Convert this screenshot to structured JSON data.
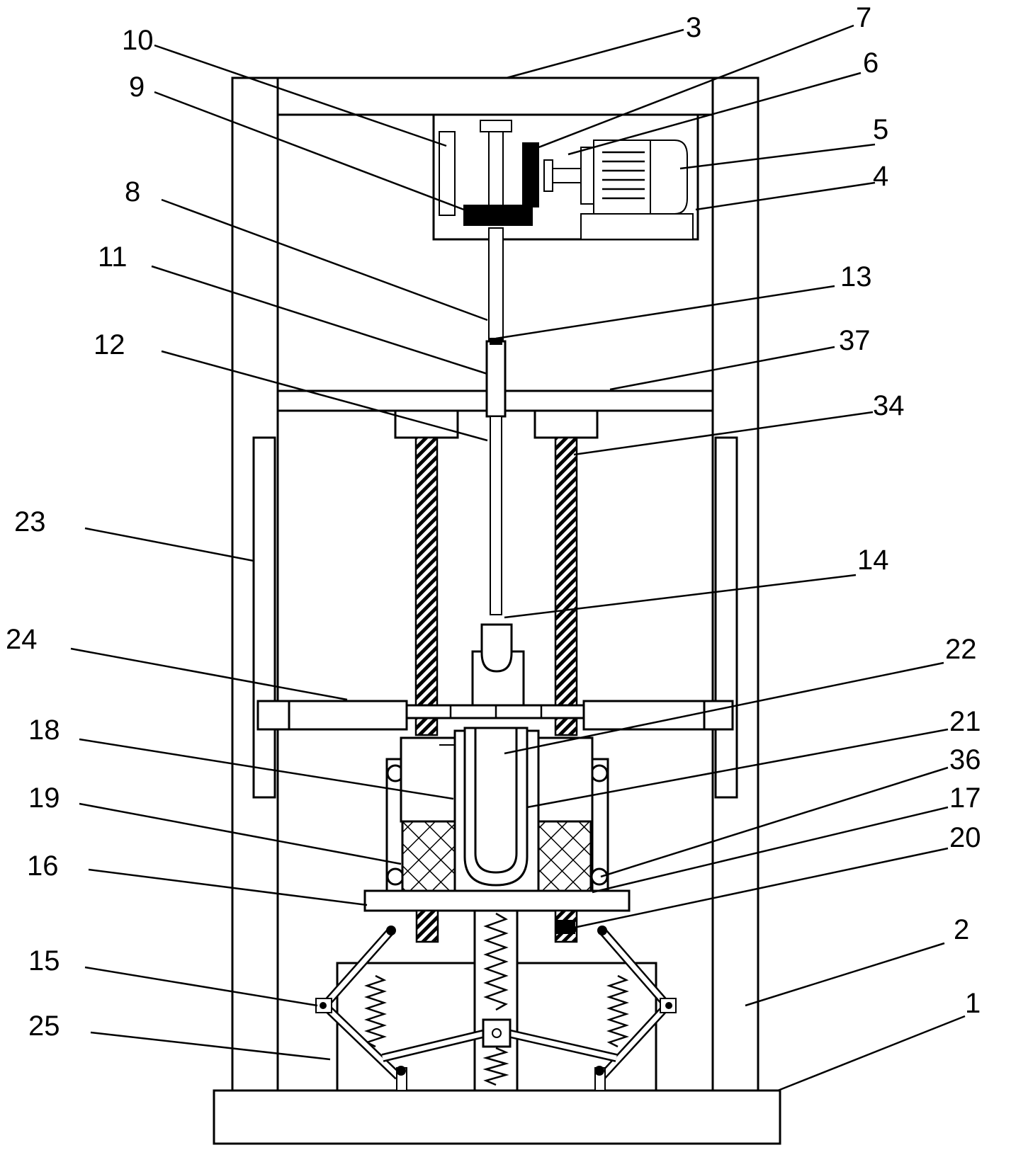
{
  "labels": {
    "l1": "1",
    "l2": "2",
    "l3": "3",
    "l4": "4",
    "l5": "5",
    "l6": "6",
    "l7": "7",
    "l8": "8",
    "l9": "9",
    "l10": "10",
    "l11": "11",
    "l12": "12",
    "l13": "13",
    "l14": "14",
    "l15": "15",
    "l16": "16",
    "l17": "17",
    "l18": "18",
    "l19": "19",
    "l20": "20",
    "l21": "21",
    "l22": "22",
    "l23": "23",
    "l24": "24",
    "l25": "25",
    "l34": "34",
    "l36": "36",
    "l37": "37"
  }
}
